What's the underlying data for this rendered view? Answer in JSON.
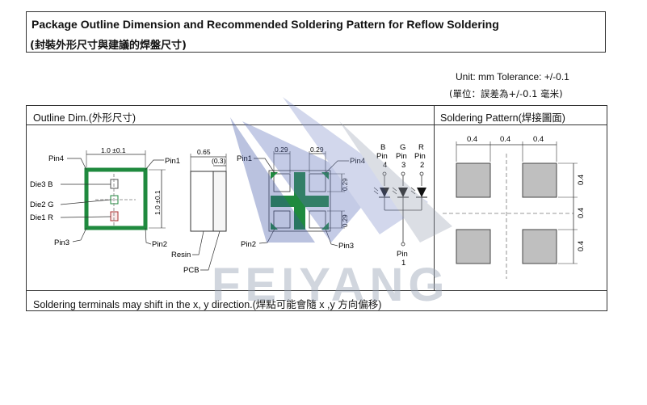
{
  "title": {
    "en": "Package Outline Dimension and Recommended Soldering Pattern for Reflow Soldering",
    "zh": "(封裝外形尺寸與建議的焊盤尺寸)"
  },
  "unit": {
    "line": "Unit: mm Tolerance: +/-0.1",
    "zh": "(單位：誤差為+/-0.1 毫米)"
  },
  "headers": {
    "outline": "Outline Dim.(外形尺寸)",
    "soldering": "Soldering Pattern(焊接圖面)"
  },
  "footnote": "Soldering terminals may shift in the x, y direction.(焊點可能會隨 x ,y  方向偏移)",
  "watermark": {
    "text": "FEIYANG"
  },
  "top_view": {
    "pin4": "Pin4",
    "pin1": "Pin1",
    "pin3": "Pin3",
    "pin2": "Pin2",
    "width_dim": "1.0 ±0.1",
    "height_dim": "1.0 ±0.1",
    "die3": "Die3  B",
    "die2": "Die2  G",
    "die1": "Die1  R"
  },
  "side_view": {
    "dim_a": "0.65",
    "dim_b": "(0.3)",
    "resin": "Resin",
    "pcb": "PCB"
  },
  "bottom_view": {
    "pin1": "Pin1",
    "pin4": "Pin4",
    "pin2": "Pin2",
    "pin3": "Pin3",
    "dim_top_left": "0.29",
    "dim_top_right": "0.29",
    "dim_right_upper": "0.29",
    "dim_right_lower": "0.29"
  },
  "circuit": {
    "b_label": "B",
    "g_label": "G",
    "r_label": "R",
    "pin_word": "Pin",
    "b_pin": "4",
    "g_pin": "3",
    "r_pin": "2",
    "common_pin_word": "Pin",
    "common_pin": "1"
  },
  "pattern": {
    "dim_top_1": "0.4",
    "dim_top_2": "0.4",
    "dim_top_3": "0.4",
    "dim_right_1": "0.4",
    "dim_right_2": "0.4",
    "dim_right_3": "0.4"
  },
  "colors": {
    "green": "#1f8a3e",
    "pad_gray": "#bfbfbf",
    "watermark_blue": "#3d53a6",
    "watermark_gray": "#9aa3b5"
  }
}
